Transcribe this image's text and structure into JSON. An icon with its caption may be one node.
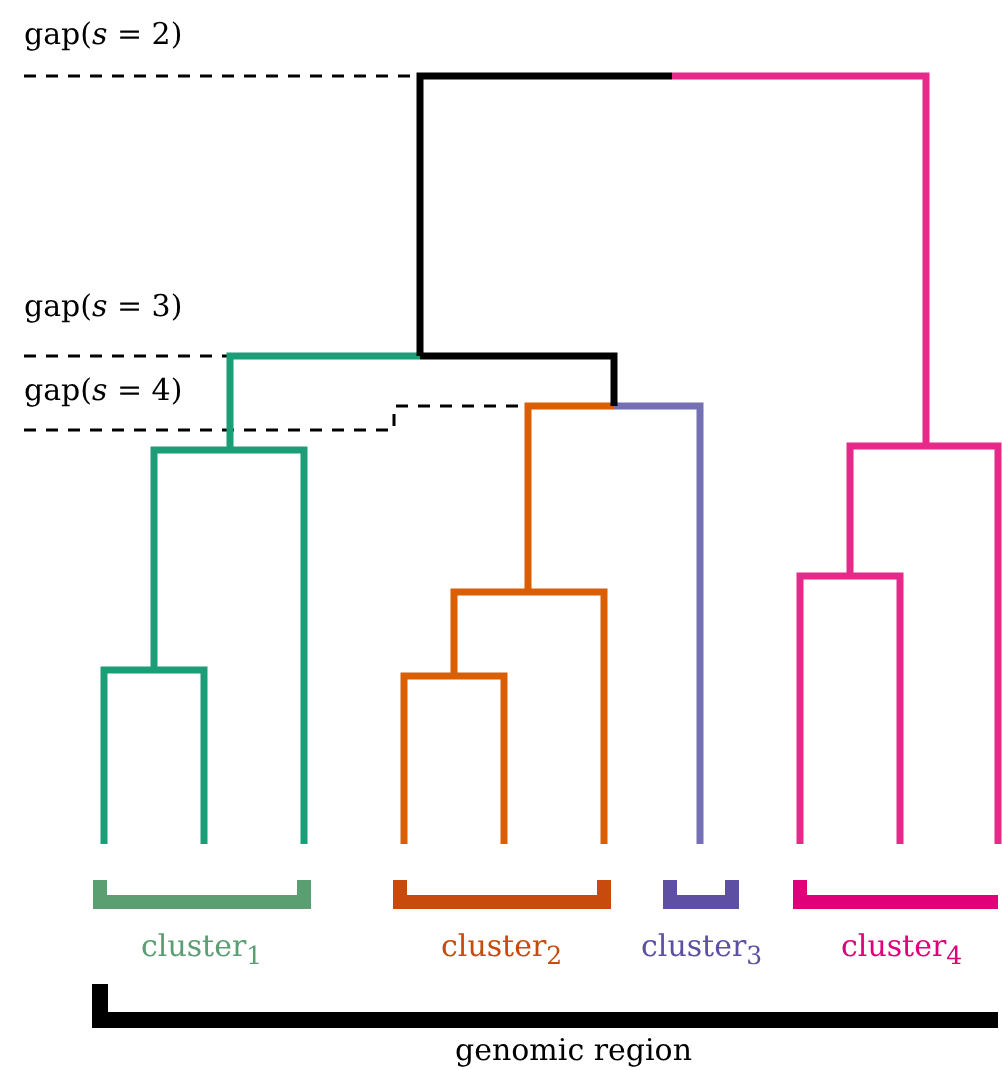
{
  "diagram": {
    "labels": [
      "gap(*s* = 2)",
      "gap(*s* = 3)",
      "gap(*s* = 4)",
      "cluster$_{1}$",
      "cluster$_{2}$",
      "cluster$_{3}$",
      "cluster$_{4}$",
      "genomic region"
    ]
  }
}
